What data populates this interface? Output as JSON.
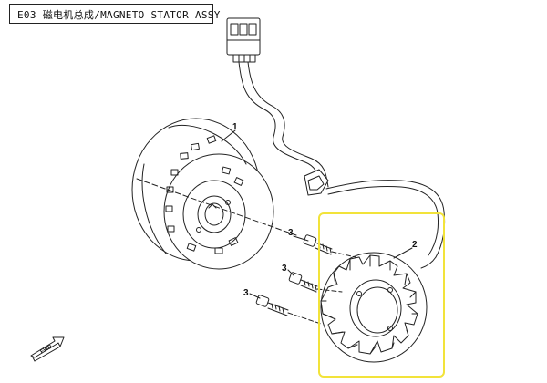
{
  "title": "E03 磁电机总成/MAGNETO STATOR ASSY",
  "callouts": {
    "flywheel": "1",
    "stator": "2",
    "bolt_a": "3",
    "bolt_b": "3",
    "bolt_c": "3"
  },
  "fwd_label": "FWD",
  "colors": {
    "highlight": "#f2e33a",
    "line": "#222222"
  }
}
